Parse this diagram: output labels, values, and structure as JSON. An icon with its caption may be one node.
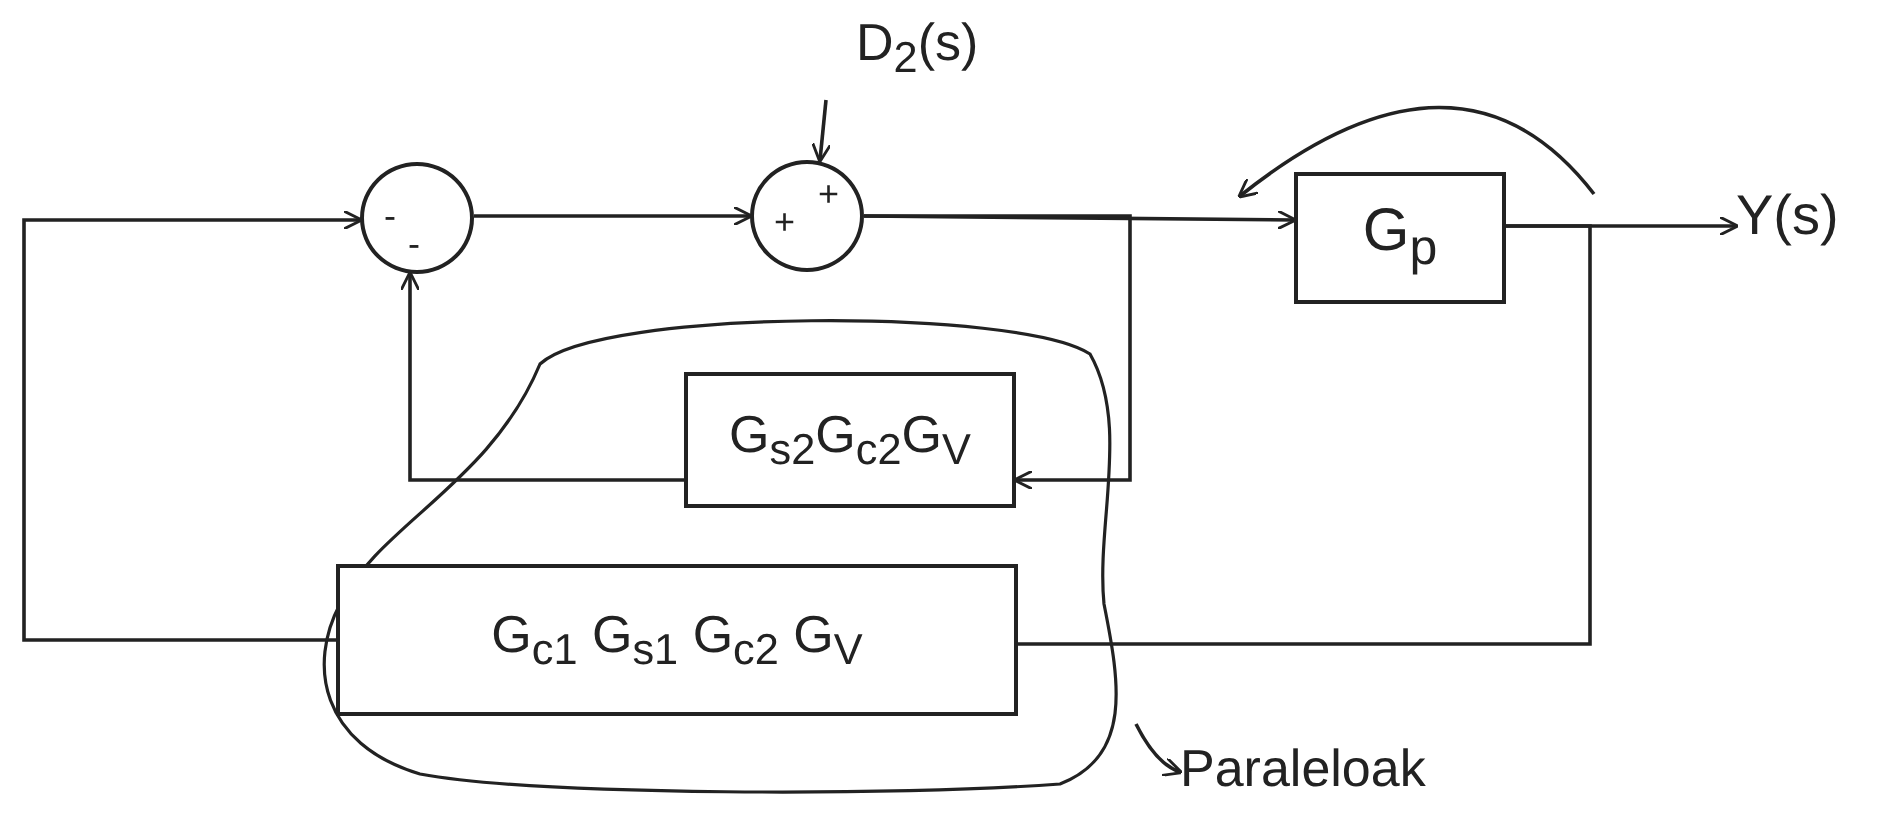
{
  "diagram": {
    "nodes": [
      {
        "text": [
          "-",
          "-"
        ]
      },
      {
        "text": [
          "+",
          "+"
        ]
      },
      {
        "text": [
          "G$_{p}$"
        ]
      },
      {
        "text": [],
        "shape": "cloud"
      },
      {
        "text": [
          "G$_{s2}$G$_{c2}$G$_{V}$"
        ],
        "in": 3
      },
      {
        "text": [
          "G$_{c1}$ G$_{s1}$ G$_{c2}$ G$_{V}$"
        ],
        "in": 3
      },
      {
        "text": [
          "Y(s)"
        ]
      },
      {
        "text": [
          "D$_{2}$(s)"
        ]
      },
      {
        "text": [
          "Paraleloak"
        ]
      }
    ],
    "edges": [
      {
        "from": 0,
        "to": 1,
        "arrow": "to"
      },
      {
        "from": 1,
        "to": 2,
        "arrow": "to"
      },
      {
        "from": 1,
        "to": 4,
        "arrow": "to"
      },
      {
        "from": 4,
        "to": 0,
        "arrow": "to"
      },
      {
        "from": 5,
        "to": 0,
        "arrow": "to"
      },
      {
        "from": 2,
        "to": 6,
        "arrow": "to"
      },
      {
        "from": 2,
        "to": 5,
        "arrow": "none"
      },
      {
        "from": 7,
        "to": 1,
        "arrow": "to"
      },
      {
        "from": 3,
        "to": 8,
        "arrow": "to"
      }
    ]
  }
}
